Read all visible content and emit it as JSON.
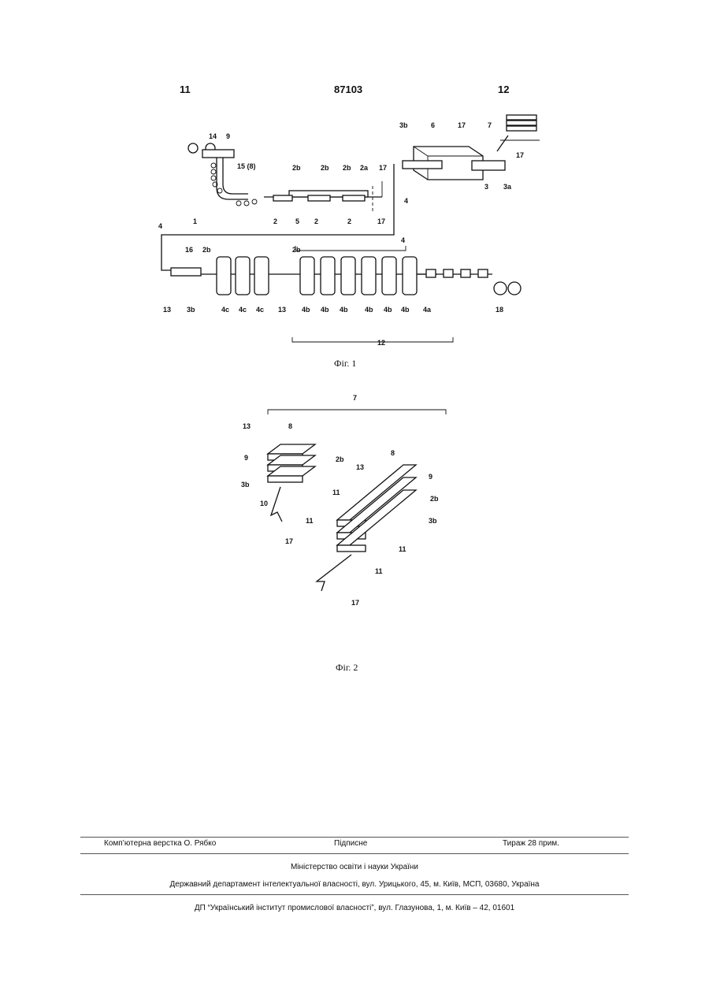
{
  "header": {
    "left_page": "11",
    "patent_number": "87103",
    "right_page": "12"
  },
  "figures": [
    {
      "caption": "Фіг. 1",
      "labels": [
        "14",
        "9",
        "15 (8)",
        "1",
        "2b",
        "2b",
        "2b",
        "2a",
        "2",
        "5",
        "2",
        "2",
        "17",
        "4",
        "3b",
        "6",
        "17",
        "17",
        "7",
        "3",
        "3a",
        "17",
        "4",
        "16",
        "2b",
        "2b",
        "4",
        "13",
        "3b",
        "4c",
        "4c",
        "4c",
        "13",
        "4b",
        "4b",
        "4b",
        "4b",
        "4b",
        "4b",
        "4a",
        "18",
        "12"
      ]
    },
    {
      "caption": "Фіг. 2",
      "labels": [
        "7",
        "13",
        "8",
        "9",
        "2b",
        "3b",
        "10",
        "17",
        "8",
        "9",
        "13",
        "11",
        "2b",
        "11",
        "3b",
        "11",
        "11",
        "17"
      ]
    }
  ],
  "footer": {
    "layout_credit": "Комп’ютерна верстка О. Рябко",
    "signed": "Підписне",
    "print_run": "Тираж 28 прим.",
    "ministry": "Міністерство освіти і науки України",
    "department": "Державний департамент інтелектуальної власності, вул. Урицького, 45, м. Київ, МСП, 03680, Україна",
    "institute": "ДП “Український інститут промислової власності”, вул. Глазунова, 1, м. Київ – 42, 01601"
  }
}
